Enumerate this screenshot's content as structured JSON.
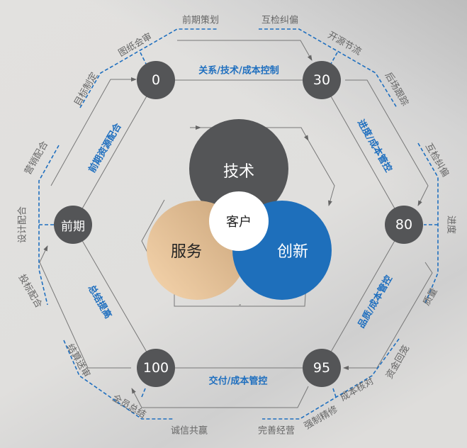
{
  "nodes": {
    "n0": "0",
    "n30": "30",
    "n80": "80",
    "n95": "95",
    "n100": "100",
    "pre": "前期"
  },
  "core": {
    "tech": "技术",
    "service": "服务",
    "innovation": "创新",
    "customer": "客户"
  },
  "edges": {
    "top": "关系/技术/成本控制",
    "right_upper": "进度/成本管控",
    "right_lower": "品质/成本管控",
    "bottom": "交付/成本管控",
    "left_lower": "总结提高",
    "left_upper": "前期资源配合"
  },
  "tasks": [
    "目标制定",
    "图纸会审",
    "前期策划",
    "互检纠偏",
    "开源节流",
    "后场跟踪",
    "互检纠偏",
    "进度",
    "质量",
    "资金回笼",
    "成本核对",
    "强制精修",
    "完善经营",
    "诚信共赢",
    "全员总结",
    "结算送审",
    "投标配合",
    "设计配合",
    "营销配合"
  ],
  "colors": {
    "node": "#545557",
    "blue": "#1f6fbf",
    "tan": "#d8b688"
  }
}
